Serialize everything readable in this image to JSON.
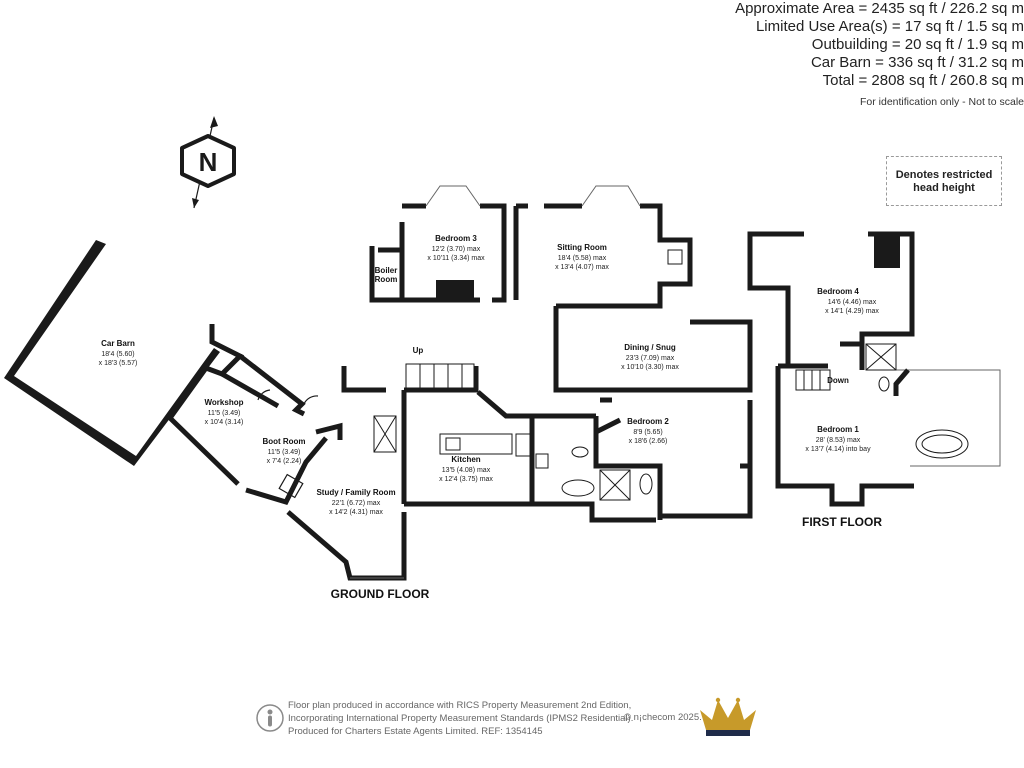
{
  "areas": {
    "lines": [
      "Approximate Area = 2435 sq ft / 226.2 sq m",
      "Limited Use Area(s) = 17 sq ft / 1.5 sq m",
      "Outbuilding = 20 sq ft / 1.9 sq m",
      "Car Barn = 336 sq ft / 31.2 sq m",
      "Total = 2808 sq ft / 260.8 sq m"
    ],
    "note": "For identification only - Not to scale"
  },
  "legend": {
    "restricted_line1": "Denotes restricted",
    "restricted_line2": "head height"
  },
  "compass": {
    "letter": "N"
  },
  "rooms": {
    "car_barn": {
      "name": "Car Barn",
      "dim1": "18'4 (5.60)",
      "dim2": "x 18'3 (5.57)"
    },
    "workshop": {
      "name": "Workshop",
      "dim1": "11'5 (3.49)",
      "dim2": "x 10'4 (3.14)"
    },
    "boot_room": {
      "name": "Boot Room",
      "dim1": "11'5 (3.49)",
      "dim2": "x 7'4 (2.24)"
    },
    "study": {
      "name": "Study / Family Room",
      "dim1": "22'1 (6.72) max",
      "dim2": "x 14'2 (4.31)  max"
    },
    "boiler": {
      "name1": "Boiler",
      "name2": "Room"
    },
    "bedroom3": {
      "name": "Bedroom 3",
      "dim1": "12'2 (3.70) max",
      "dim2": "x 10'11 (3.34)  max"
    },
    "sitting": {
      "name": "Sitting Room",
      "dim1": "18'4 (5.58) max",
      "dim2": "x 13'4 (4.07)  max"
    },
    "dining": {
      "name": "Dining / Snug",
      "dim1": "23'3 (7.09) max",
      "dim2": "x 10'10 (3.30) max"
    },
    "kitchen": {
      "name": "Kitchen",
      "dim1": "13'5 (4.08) max",
      "dim2": "x 12'4 (3.75)  max"
    },
    "bedroom2": {
      "name": "Bedroom 2",
      "dim1": "8'9 (5.65)",
      "dim2": "x 18'6 (2.66)"
    },
    "bedroom4": {
      "name": "Bedroom 4",
      "dim1": "14'6 (4.46) max",
      "dim2": "x 14'1 (4.29) max"
    },
    "bedroom1": {
      "name": "Bedroom 1",
      "dim1": "28' (8.53) max",
      "dim2": "x 13'7 (4.14) into bay"
    }
  },
  "stairs": {
    "up": "Up",
    "down": "Down"
  },
  "floors": {
    "ground": "GROUND FLOOR",
    "first": "FIRST FLOOR"
  },
  "footer": {
    "line1": "Floor plan produced in accordance with RICS Property Measurement 2nd Edition,",
    "line2": "Incorporating International Property Measurement Standards (IPMS2 Residential).",
    "line3": "Produced for Charters Estate Agents Limited.   REF: 1354145",
    "copyright": "© n¡checom 2025."
  },
  "colors": {
    "wall": "#1a1a1a",
    "crown_gold": "#c79a2a",
    "crown_dark": "#1f2b4a",
    "text_grey": "#666666"
  }
}
